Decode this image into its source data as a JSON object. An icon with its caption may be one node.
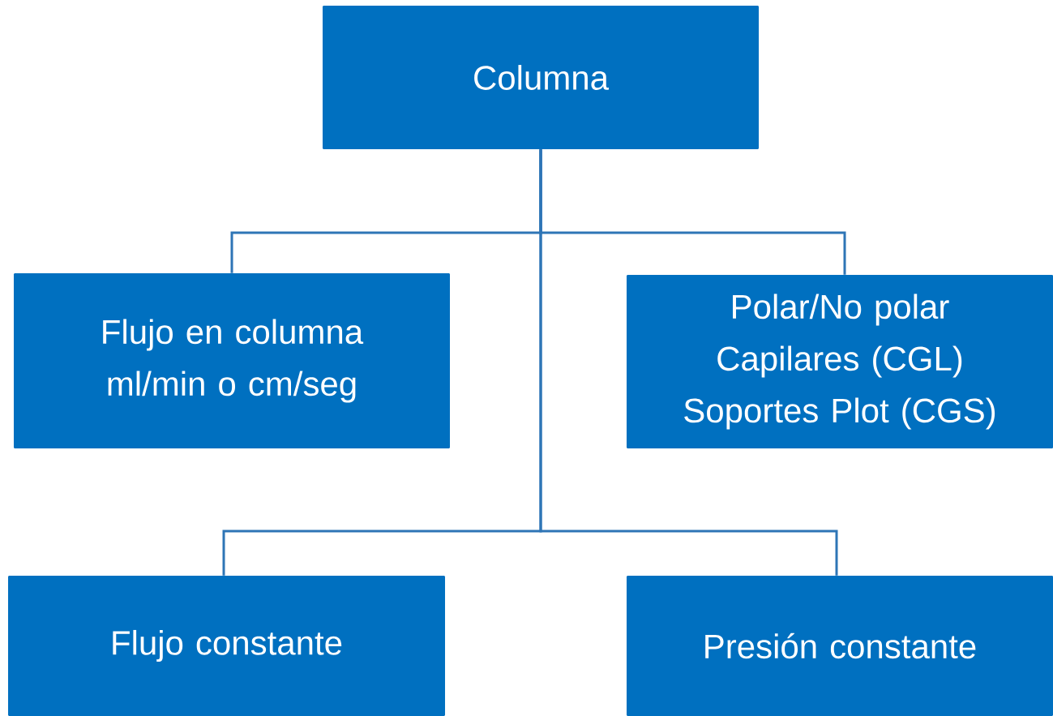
{
  "diagram": {
    "nodes": [
      {
        "text": [
          "Columna"
        ]
      },
      {
        "text": [
          "Flujo en columna ml/min o cm/seg"
        ]
      },
      {
        "text": [
          "Polar/No polar",
          "Capilares (CGL)",
          "Soportes Plot (CGS)"
        ]
      },
      {
        "text": [
          "Flujo constante"
        ]
      },
      {
        "text": [
          "Presión constante"
        ]
      }
    ],
    "edges": [
      {
        "from": 0,
        "to": 1,
        "arrow": "none"
      },
      {
        "from": 0,
        "to": 2,
        "arrow": "none"
      },
      {
        "from": 0,
        "to": 3,
        "arrow": "none"
      },
      {
        "from": 0,
        "to": 4,
        "arrow": "none"
      }
    ]
  }
}
